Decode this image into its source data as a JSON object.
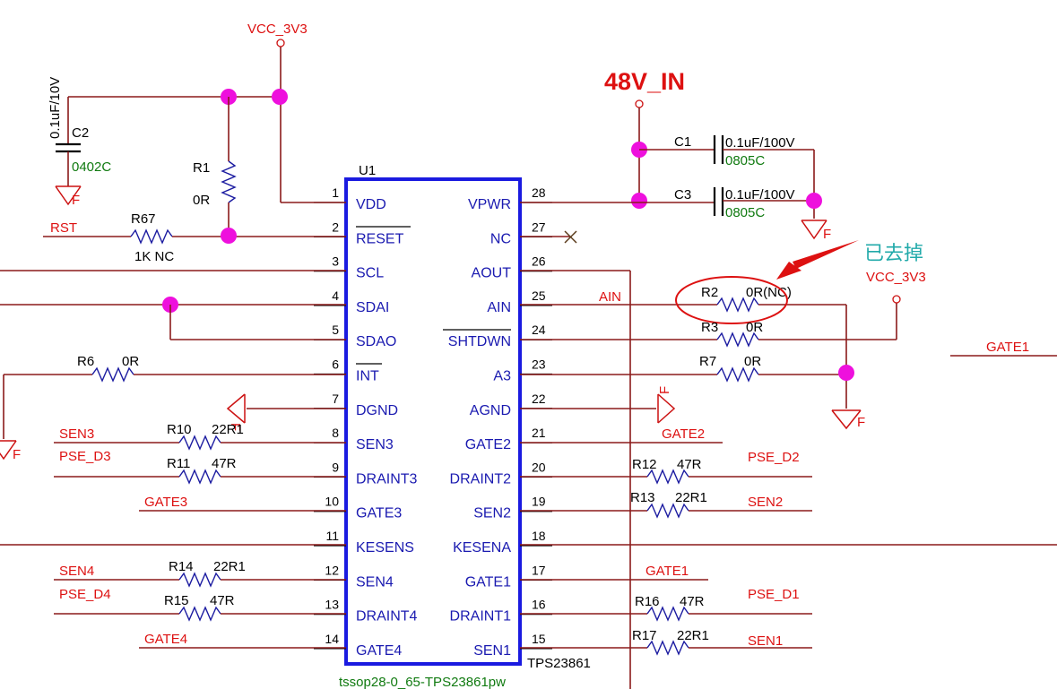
{
  "chip": {
    "ref": "U1",
    "part": "TPS23861",
    "footprint": "tssop28-0_65-TPS23861pw",
    "left_pins": [
      {
        "num": "1",
        "name": "VDD"
      },
      {
        "num": "2",
        "name": "RESET"
      },
      {
        "num": "3",
        "name": "SCL"
      },
      {
        "num": "4",
        "name": "SDAI"
      },
      {
        "num": "5",
        "name": "SDAO"
      },
      {
        "num": "6",
        "name": "INT"
      },
      {
        "num": "7",
        "name": "DGND"
      },
      {
        "num": "8",
        "name": "SEN3"
      },
      {
        "num": "9",
        "name": "DRAINT3"
      },
      {
        "num": "10",
        "name": "GATE3"
      },
      {
        "num": "11",
        "name": "KESENS"
      },
      {
        "num": "12",
        "name": "SEN4"
      },
      {
        "num": "13",
        "name": "DRAINT4"
      },
      {
        "num": "14",
        "name": "GATE4"
      }
    ],
    "right_pins": [
      {
        "num": "28",
        "name": "VPWR"
      },
      {
        "num": "27",
        "name": "NC"
      },
      {
        "num": "26",
        "name": "AOUT"
      },
      {
        "num": "25",
        "name": "AIN"
      },
      {
        "num": "24",
        "name": "SHTDWN"
      },
      {
        "num": "23",
        "name": "A3"
      },
      {
        "num": "22",
        "name": "AGND"
      },
      {
        "num": "21",
        "name": "GATE2"
      },
      {
        "num": "20",
        "name": "DRAINT2"
      },
      {
        "num": "19",
        "name": "SEN2"
      },
      {
        "num": "18",
        "name": "KESENA"
      },
      {
        "num": "17",
        "name": "GATE1"
      },
      {
        "num": "16",
        "name": "DRAINT1"
      },
      {
        "num": "15",
        "name": "SEN1"
      }
    ]
  },
  "power": {
    "vcc_top": "VCC_3V3",
    "vcc_right": "VCC_3V3",
    "vin": "48V_IN"
  },
  "components": {
    "c2": {
      "ref": "C2",
      "value": "0.1uF/10V",
      "package": "0402C"
    },
    "c1": {
      "ref": "C1",
      "value": "0.1uF/100V",
      "package": "0805C"
    },
    "c3": {
      "ref": "C3",
      "value": "0.1uF/100V",
      "package": "0805C"
    },
    "r1": {
      "ref": "R1",
      "value": "0R"
    },
    "r67": {
      "ref": "R67",
      "value": "1K NC"
    },
    "r6": {
      "ref": "R6",
      "value": "0R"
    },
    "r2": {
      "ref": "R2",
      "value": "0R(NC)"
    },
    "r3": {
      "ref": "R3",
      "value": "0R"
    },
    "r7": {
      "ref": "R7",
      "value": "0R"
    },
    "r10": {
      "ref": "R10",
      "value": "22R1"
    },
    "r11": {
      "ref": "R11",
      "value": "47R"
    },
    "r14": {
      "ref": "R14",
      "value": "22R1"
    },
    "r15": {
      "ref": "R15",
      "value": "47R"
    },
    "r12": {
      "ref": "R12",
      "value": "47R"
    },
    "r13": {
      "ref": "R13",
      "value": "22R1"
    },
    "r16": {
      "ref": "R16",
      "value": "47R"
    },
    "r17": {
      "ref": "R17",
      "value": "22R1"
    }
  },
  "nets": {
    "rst": "RST",
    "sen3": "SEN3",
    "pse_d3": "PSE_D3",
    "gate3": "GATE3",
    "sen4": "SEN4",
    "pse_d4": "PSE_D4",
    "gate4": "GATE4",
    "ain": "AIN",
    "gate2": "GATE2",
    "pse_d2": "PSE_D2",
    "sen2": "SEN2",
    "gate1_far": "GATE1",
    "gate1": "GATE1",
    "pse_d1": "PSE_D1",
    "sen1": "SEN1"
  },
  "ground_symbol": "F",
  "annotation": {
    "text": "已去掉"
  },
  "colors": {
    "chip_outline": "#1a1ae0",
    "junction": "#ee10dd",
    "net_label": "#dd1111",
    "package_label": "#107a10",
    "annotation": "#22aaaa"
  }
}
